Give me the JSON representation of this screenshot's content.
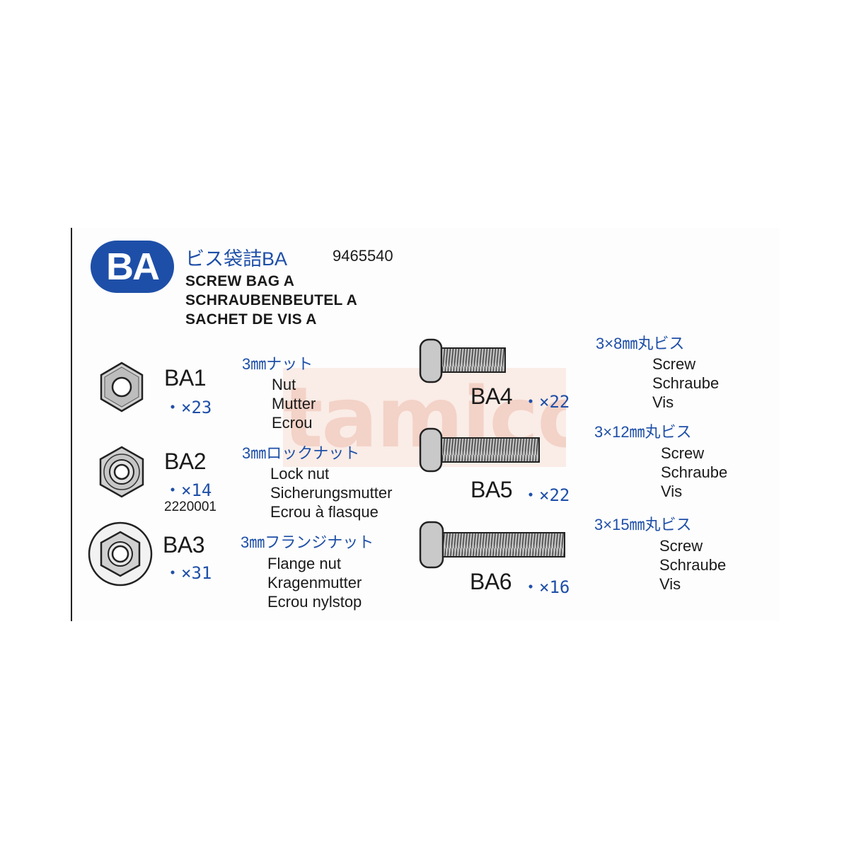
{
  "badge": "BA",
  "header": {
    "title_jp": "ビス袋詰BA",
    "catalog_number": "9465540",
    "title_en": "SCREW BAG A",
    "title_de": "SCHRAUBENBEUTEL A",
    "title_fr": "SACHET DE VIS A"
  },
  "watermark": "tamico",
  "nuts": [
    {
      "code": "BA1",
      "qty": "・×23",
      "size_jp": "3㎜ナット",
      "names": [
        "Nut",
        "Mutter",
        "Ecrou"
      ]
    },
    {
      "code": "BA2",
      "qty": "・×14",
      "part_no": "2220001",
      "size_jp": "3㎜ロックナット",
      "names": [
        "Lock nut",
        "Sicherungsmutter",
        "Ecrou à flasque"
      ]
    },
    {
      "code": "BA3",
      "qty": "・×31",
      "size_jp": "3㎜フランジナット",
      "names": [
        "Flange nut",
        "Kragenmutter",
        "Ecrou nylstop"
      ]
    }
  ],
  "screws": [
    {
      "code": "BA4",
      "qty": "・×22",
      "size_jp": "3×8㎜丸ビス",
      "names": [
        "Screw",
        "Schraube",
        "Vis"
      ]
    },
    {
      "code": "BA5",
      "qty": "・×22",
      "size_jp": "3×12㎜丸ビス",
      "names": [
        "Screw",
        "Schraube",
        "Vis"
      ]
    },
    {
      "code": "BA6",
      "qty": "・×16",
      "size_jp": "3×15㎜丸ビス",
      "names": [
        "Screw",
        "Schraube",
        "Vis"
      ]
    }
  ],
  "colors": {
    "accent": "#1e4fa8",
    "text": "#1a1a1a",
    "watermark": "#dc785a"
  },
  "icons": [
    "hex-nut-icon",
    "lock-nut-icon",
    "flange-nut-icon",
    "screw-8mm-icon",
    "screw-12mm-icon",
    "screw-15mm-icon"
  ]
}
